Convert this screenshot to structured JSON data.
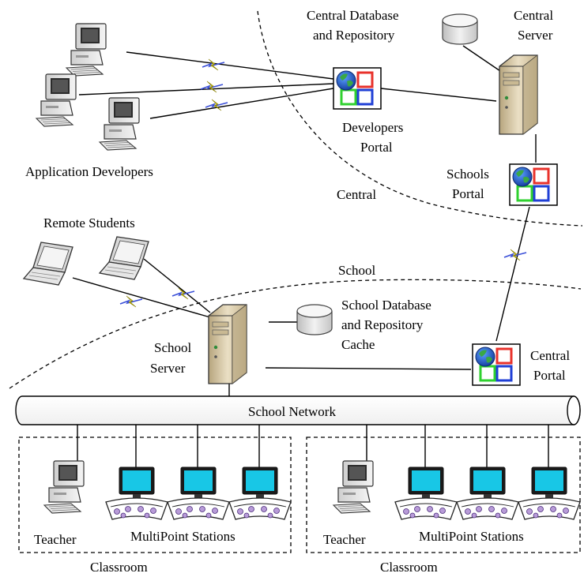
{
  "labels": {
    "central_db_line1": "Central Database",
    "central_db_line2": "and Repository",
    "central_server_line1": "Central",
    "central_server_line2": "Server",
    "developers_portal_line1": "Developers",
    "developers_portal_line2": "Portal",
    "application_developers": "Application Developers",
    "schools_portal_line1": "Schools",
    "schools_portal_line2": "Portal",
    "central_region": "Central",
    "remote_students": "Remote Students",
    "school_region": "School",
    "school_db_line1": "School Database",
    "school_db_line2": "and Repository",
    "school_db_line3": "Cache",
    "school_server_line1": "School",
    "school_server_line2": "Server",
    "central_portal_line1": "Central",
    "central_portal_line2": "Portal",
    "school_network": "School Network",
    "classroom_left": {
      "teacher": "Teacher",
      "stations": "MultiPoint Stations",
      "title": "Classroom"
    },
    "classroom_right": {
      "teacher": "Teacher",
      "stations": "MultiPoint Stations",
      "title": "Classroom"
    }
  },
  "icons": {
    "desktop": "desktop-computer-icon",
    "laptop": "laptop-icon",
    "server": "server-tower-icon",
    "database": "database-cylinder-icon",
    "portal": "web-portal-icon",
    "monitor": "multipoint-monitor-icon",
    "link": "lightning-link-icon"
  },
  "colors": {
    "portal_red": "#e8322b",
    "portal_green": "#2fd12f",
    "portal_blue": "#1f3fd6",
    "screen_cyan": "#18c7e6",
    "server_beige": "#dccdab",
    "station_purple": "#b89bd8",
    "lightning_yellow": "#f2e600",
    "lightning_blue": "#3a4fd8"
  }
}
